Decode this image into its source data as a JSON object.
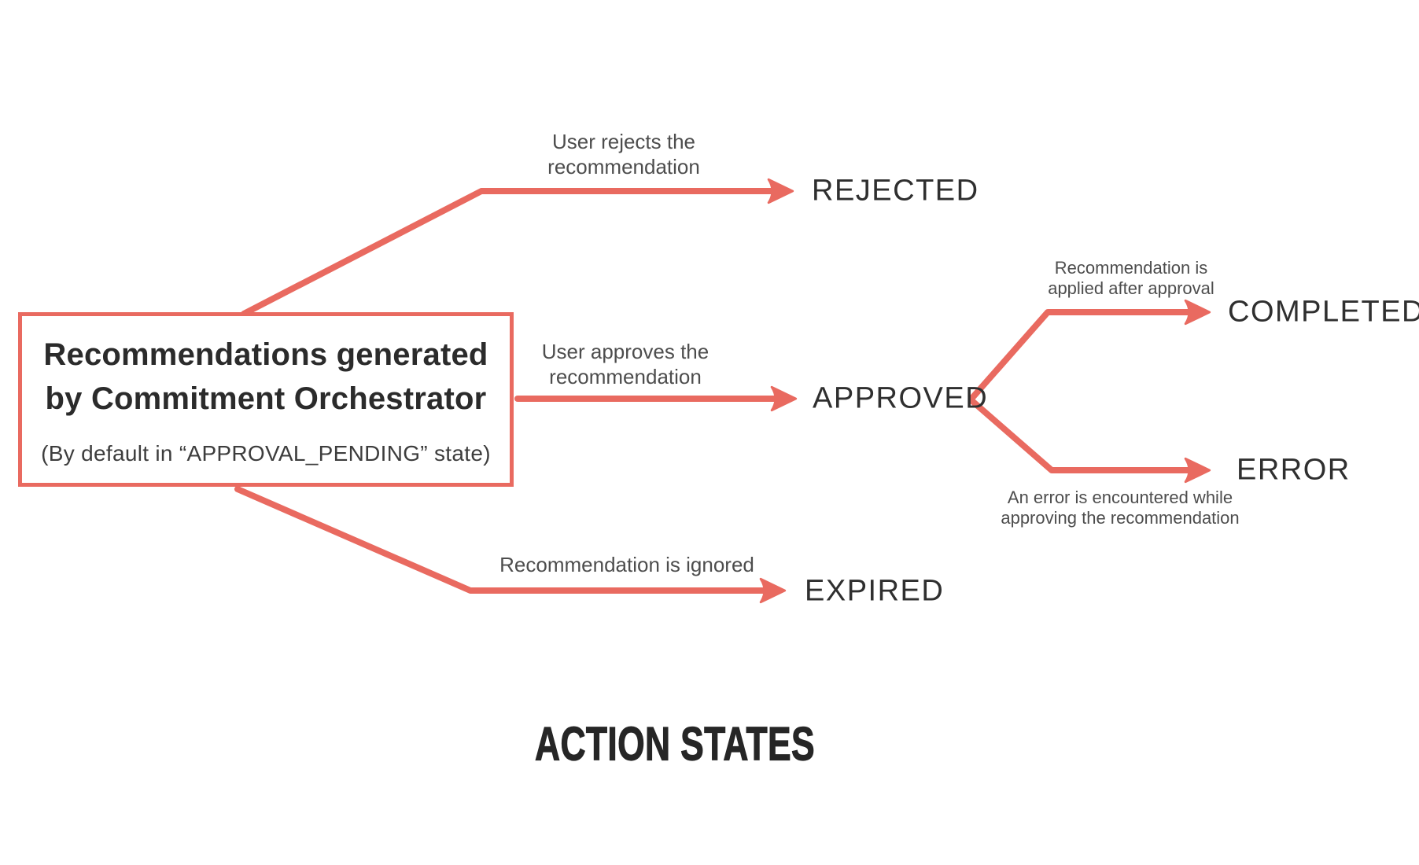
{
  "flow": {
    "start_node": {
      "title_lines": [
        "Recommendations generated",
        "by Commitment Orchestrator"
      ],
      "subtitle": "(By default in “APPROVAL_PENDING” state)"
    },
    "transitions": [
      {
        "to": "REJECTED",
        "caption_lines": [
          "User rejects the",
          "recommendation"
        ]
      },
      {
        "to": "APPROVED",
        "caption_lines": [
          "User approves the",
          "recommendation"
        ]
      },
      {
        "to": "EXPIRED",
        "caption_lines": [
          "Recommendation is ignored"
        ]
      },
      {
        "from": "APPROVED",
        "to": "COMPLETED",
        "caption_lines": [
          "Recommendation is",
          "applied after approval"
        ]
      },
      {
        "from": "APPROVED",
        "to": "ERROR",
        "caption_lines": [
          "An error is encountered while",
          "approving the recommendation"
        ]
      }
    ],
    "footer_title": "ACTION STATES",
    "colors": {
      "arrow": "#e96a60",
      "title_text": "#2b2b2b",
      "state_text": "#2f2f2f",
      "caption_text": "#4d4d4d"
    }
  }
}
